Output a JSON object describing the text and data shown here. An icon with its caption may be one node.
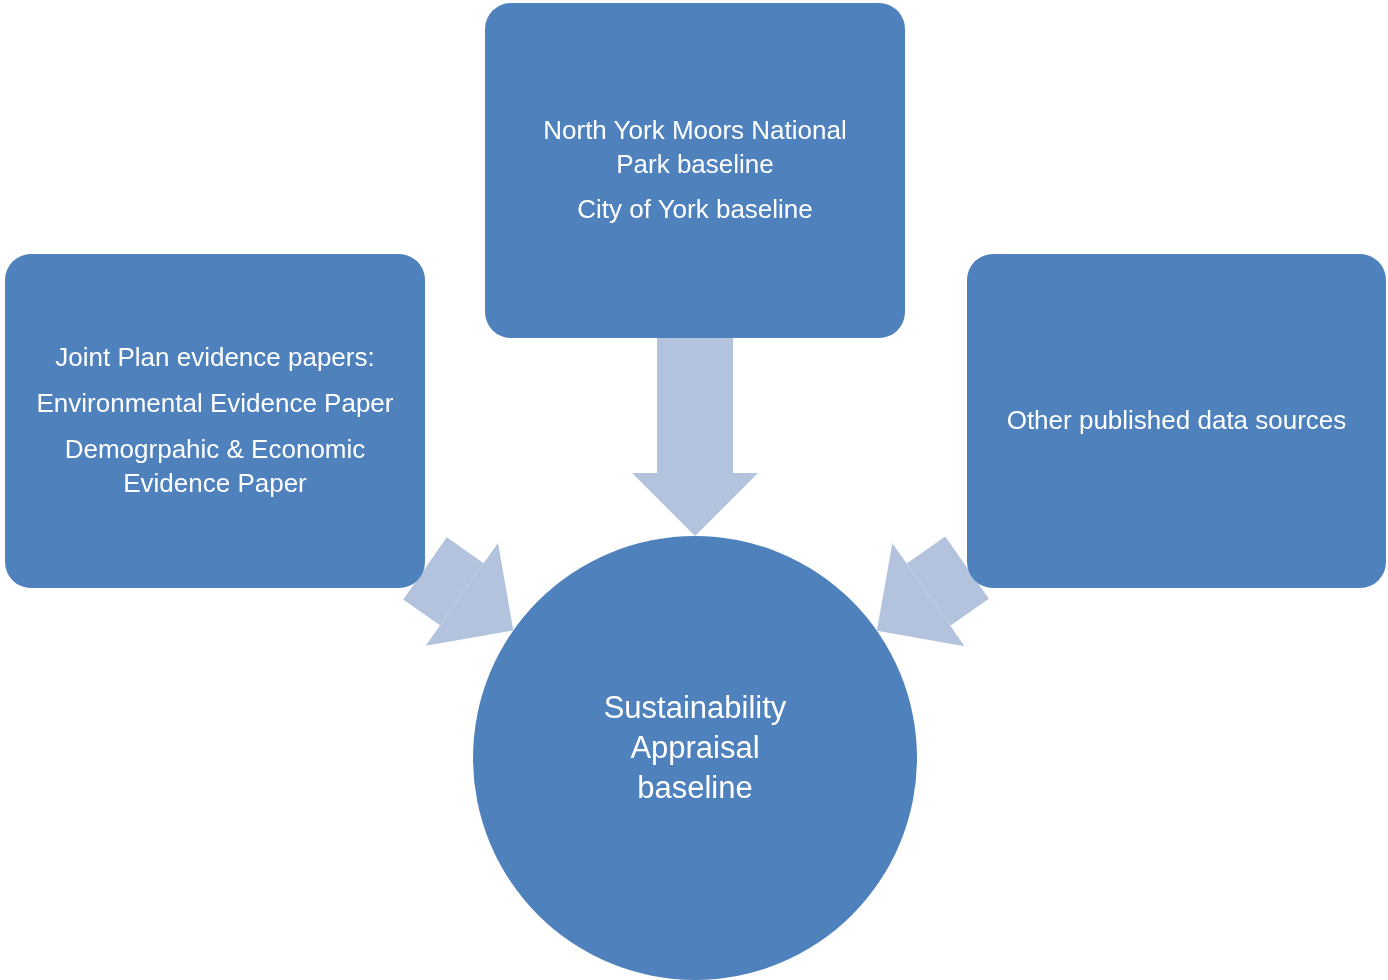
{
  "diagram": {
    "nodes": [
      {
        "text": [
          "Joint Plan evidence papers:",
          "Environmental Evidence Paper",
          "Demogrpahic & Economic Evidence Paper"
        ]
      },
      {
        "text": [
          "North York Moors National Park baseline",
          "City of York baseline"
        ]
      },
      {
        "text": [
          "Other published data sources"
        ]
      },
      {
        "text": [
          "Sustainability Appraisal baseline"
        ]
      }
    ],
    "edges": [
      {
        "from": 0,
        "to": 3,
        "arrow": "to"
      },
      {
        "from": 1,
        "to": 3,
        "arrow": "to"
      },
      {
        "from": 2,
        "to": 3,
        "arrow": "to"
      }
    ]
  }
}
